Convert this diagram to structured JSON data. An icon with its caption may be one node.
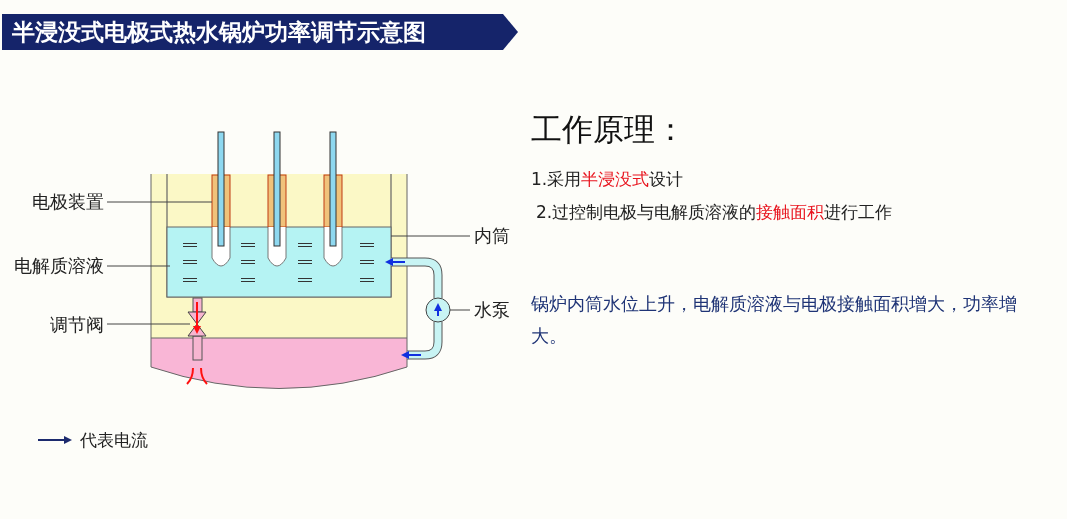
{
  "diagram": {
    "title": "半浸没式电极式热水锅炉功率调节示意图",
    "nodes": [
      {
        "text": [
          "电极装置"
        ]
      },
      {
        "text": [],
        "shape": "bar"
      },
      {
        "text": [],
        "shape": "bar"
      },
      {
        "text": [],
        "shape": "bar"
      },
      {
        "text": [
          "内筒"
        ]
      },
      {
        "text": [],
        "shape": "box"
      },
      {
        "text": [
          "电解质溶液"
        ]
      },
      {
        "text": [],
        "shape": "box",
        "in": 5
      },
      {
        "text": [
          "调节阀"
        ]
      },
      {
        "text": [],
        "shape": "valve"
      },
      {
        "text": [
          "水泵"
        ]
      },
      {
        "text": [],
        "shape": "circle"
      },
      {
        "text": [],
        "shape": "box"
      }
    ],
    "edges": [
      {
        "from": 0,
        "to": 1,
        "arrow": "none"
      },
      {
        "from": 4,
        "to": 5,
        "arrow": "none"
      },
      {
        "from": 6,
        "to": 7,
        "arrow": "none"
      },
      {
        "from": 8,
        "to": 9,
        "arrow": "none"
      },
      {
        "from": 10,
        "to": 11,
        "arrow": "none"
      },
      {
        "from": 11,
        "to": 7,
        "arrow": "to",
        "style": "thick",
        "color": "#c8f4f4"
      },
      {
        "from": 11,
        "to": 12,
        "arrow": "to",
        "style": "thick",
        "color": "#c8f4f4"
      }
    ],
    "labels": [
      "工作原理：",
      "1.采用**半浸没式**设计",
      "2.过控制电极与电解质溶液的**接触面积**进行工作",
      "锅炉内筒水位上升，电解质溶液与电极接触面积增大，功率增大。"
    ],
    "legend": [
      {
        "text": "代表电流"
      }
    ]
  }
}
